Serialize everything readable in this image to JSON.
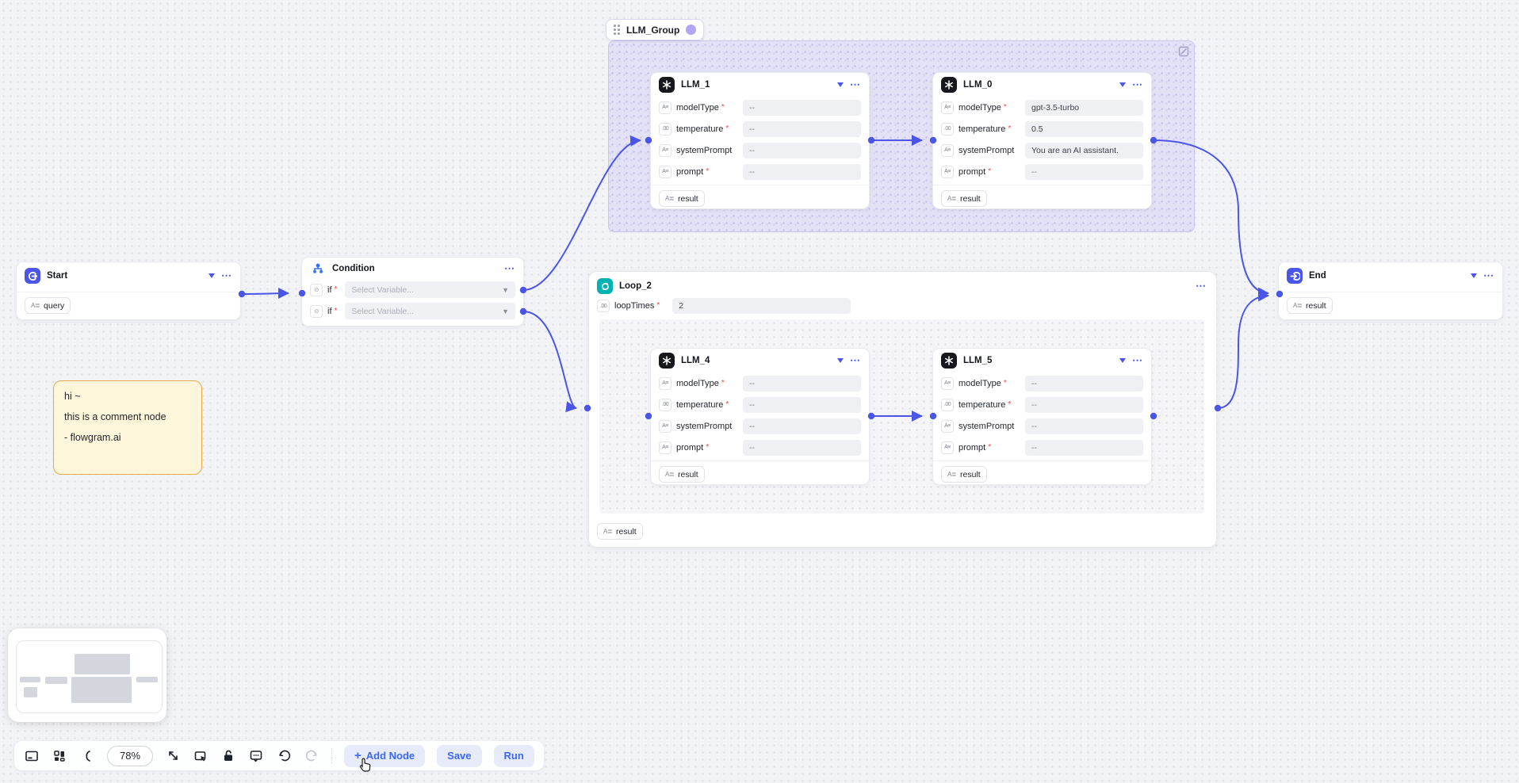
{
  "colors": {
    "accent_edge": "#4b55e8",
    "button_blue": "#3b68f7",
    "loop_teal": "#00b2b2",
    "group_purple": "#b2a5f3",
    "comment_bg": "#fdf6da",
    "comment_border": "#e3aa4e"
  },
  "group": {
    "title": "LLM_Group"
  },
  "nodes": {
    "start": {
      "title": "Start",
      "tag": "query"
    },
    "condition": {
      "title": "Condition",
      "rows": [
        {
          "label": "if",
          "placeholder": "Select Variable..."
        },
        {
          "label": "if",
          "placeholder": "Select Variable..."
        }
      ]
    },
    "llm_1": {
      "title": "LLM_1",
      "fields": [
        {
          "label": "modelType",
          "required": true,
          "value": "--"
        },
        {
          "label": "temperature",
          "required": true,
          "value": "--"
        },
        {
          "label": "systemPrompt",
          "required": false,
          "value": "--"
        },
        {
          "label": "prompt",
          "required": true,
          "value": "--"
        }
      ],
      "result": "result"
    },
    "llm_0": {
      "title": "LLM_0",
      "fields": [
        {
          "label": "modelType",
          "required": true,
          "value": "gpt-3.5-turbo"
        },
        {
          "label": "temperature",
          "required": true,
          "value": "0.5"
        },
        {
          "label": "systemPrompt",
          "required": false,
          "value": "You are an AI assistant."
        },
        {
          "label": "prompt",
          "required": true,
          "value": "--"
        }
      ],
      "result": "result"
    },
    "loop": {
      "title": "Loop_2",
      "loop_times_label": "loopTimes",
      "loop_times_value": "2",
      "result": "result"
    },
    "llm_4": {
      "title": "LLM_4",
      "fields": [
        {
          "label": "modelType",
          "required": true,
          "value": "--"
        },
        {
          "label": "temperature",
          "required": true,
          "value": "--"
        },
        {
          "label": "systemPrompt",
          "required": false,
          "value": "--"
        },
        {
          "label": "prompt",
          "required": true,
          "value": "--"
        }
      ],
      "result": "result"
    },
    "llm_5": {
      "title": "LLM_5",
      "fields": [
        {
          "label": "modelType",
          "required": true,
          "value": "--"
        },
        {
          "label": "temperature",
          "required": true,
          "value": "--"
        },
        {
          "label": "systemPrompt",
          "required": false,
          "value": "--"
        },
        {
          "label": "prompt",
          "required": true,
          "value": "--"
        }
      ],
      "result": "result"
    },
    "end": {
      "title": "End",
      "tag": "result"
    }
  },
  "comment": {
    "lines": [
      "hi ~",
      "this is a comment node",
      "- flowgram.ai"
    ]
  },
  "icons": {
    "field_string": "A≡",
    "field_number": ".00",
    "field_result": "A≣",
    "field_condition": "⊙",
    "header_more": "⋯",
    "select_chevron": "▼"
  },
  "toolbar": {
    "zoom_value": "78%",
    "add_node_label": "Add Node",
    "add_node_plus": "+",
    "save_label": "Save",
    "run_label": "Run",
    "icons": [
      "minimap-toggle",
      "interactive-grid",
      "fit-view",
      "zoom-level",
      "expand",
      "select-tool",
      "lock",
      "comment-tool",
      "undo",
      "redo"
    ]
  }
}
